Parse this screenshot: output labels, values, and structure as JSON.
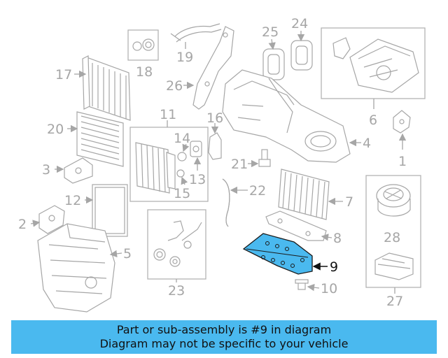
{
  "banner": {
    "line1": "Part or sub-assembly is #9 in diagram",
    "line2": "Diagram may not be specific to your vehicle"
  },
  "highlight_color": "#4ab9ef",
  "callouts": {
    "c1": "1",
    "c2": "2",
    "c3": "3",
    "c4": "4",
    "c5": "5",
    "c6": "6",
    "c7": "7",
    "c8": "8",
    "c9": "9",
    "c10": "10",
    "c11": "11",
    "c12": "12",
    "c13": "13",
    "c14": "14",
    "c15": "15",
    "c16": "16",
    "c17": "17",
    "c18": "18",
    "c19": "19",
    "c20": "20",
    "c21": "21",
    "c22": "22",
    "c23": "23",
    "c24": "24",
    "c25": "25",
    "c26": "26",
    "c27": "27",
    "c28": "28"
  }
}
